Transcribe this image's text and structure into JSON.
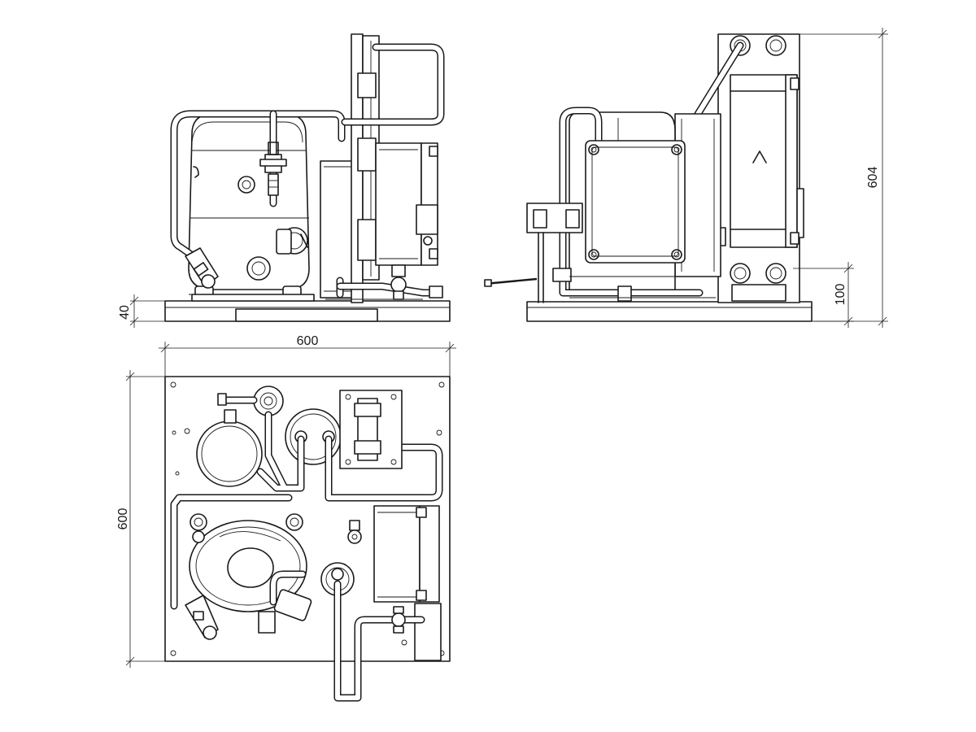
{
  "dimensions": {
    "base_thickness": "40",
    "top_width": "600",
    "top_depth": "600",
    "height": "604",
    "side_offset": "100"
  }
}
